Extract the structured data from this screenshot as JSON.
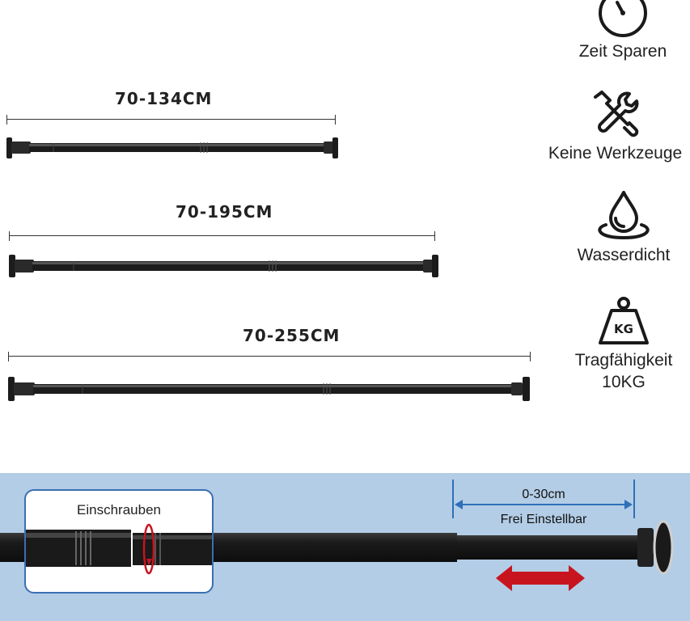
{
  "rods": [
    {
      "label": "70-134CM"
    },
    {
      "label": "70-195CM"
    },
    {
      "label": "70-255CM"
    }
  ],
  "features": [
    {
      "label": "Zeit Sparen",
      "icon": "clock-icon"
    },
    {
      "label": "Keine Werkzeuge",
      "icon": "tools-icon"
    },
    {
      "label": "Wasserdicht",
      "icon": "water-drop-icon"
    },
    {
      "label_line1": "Tragfähigkeit",
      "label_line2": "10KG",
      "icon": "weight-icon",
      "icon_text": "KG"
    }
  ],
  "detail": {
    "inset_title": "Einschrauben",
    "range_label": "0-30cm",
    "adjust_label": "Frei Einstellbar"
  },
  "colors": {
    "panel_bg": "#b3cde6",
    "inset_border": "#3a6fb2",
    "arrow_red": "#c8141e",
    "dimension_blue": "#2f6fb8",
    "rod_black": "#1c1c1c"
  }
}
